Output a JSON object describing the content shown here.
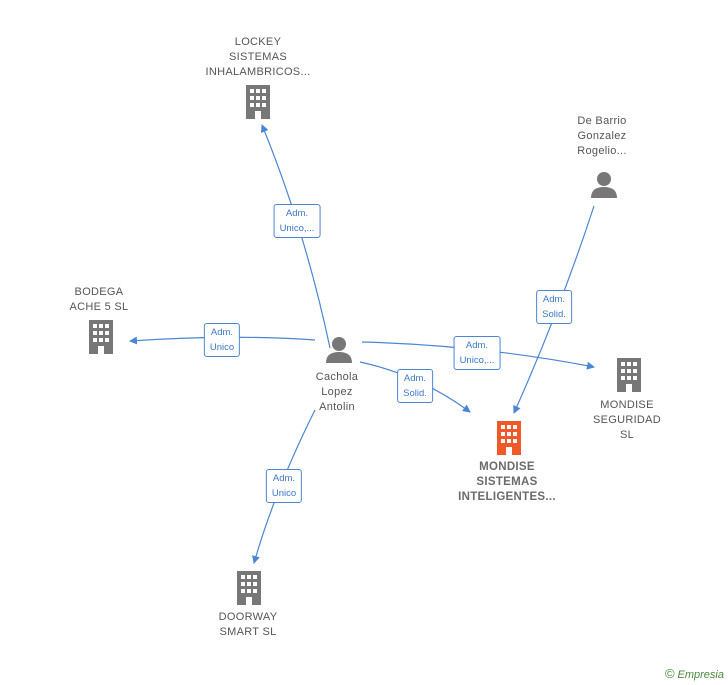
{
  "nodes": {
    "lockey": "LOCKEY\nSISTEMAS\nINHALAMBRICOS...",
    "bodega": "BODEGA\nACHE 5 SL",
    "doorway": "DOORWAY\nSMART SL",
    "cachola": "Cachola\nLopez\nAntolin",
    "debarrio": "De Barrio\nGonzalez\nRogelio...",
    "mondise_seg": "MONDISE\nSEGURIDAD\nSL",
    "mondise_sis": "MONDISE\nSISTEMAS\nINTELIGENTES..."
  },
  "edges": {
    "lockey": "Adm.\nUnico,...",
    "bodega": "Adm.\nUnico",
    "doorway": "Adm.\nUnico",
    "mondise_seg": "Adm.\nUnico,...",
    "mondise_sis_cachola": "Adm.\nSolid.",
    "mondise_sis_debarrio": "Adm.\nSolid."
  },
  "colors": {
    "edge": "#4a86d4",
    "company": "#777777",
    "focus_company": "#f05a28",
    "person": "#777777"
  },
  "footer": {
    "copyright": "©",
    "brand": "Empresia"
  }
}
